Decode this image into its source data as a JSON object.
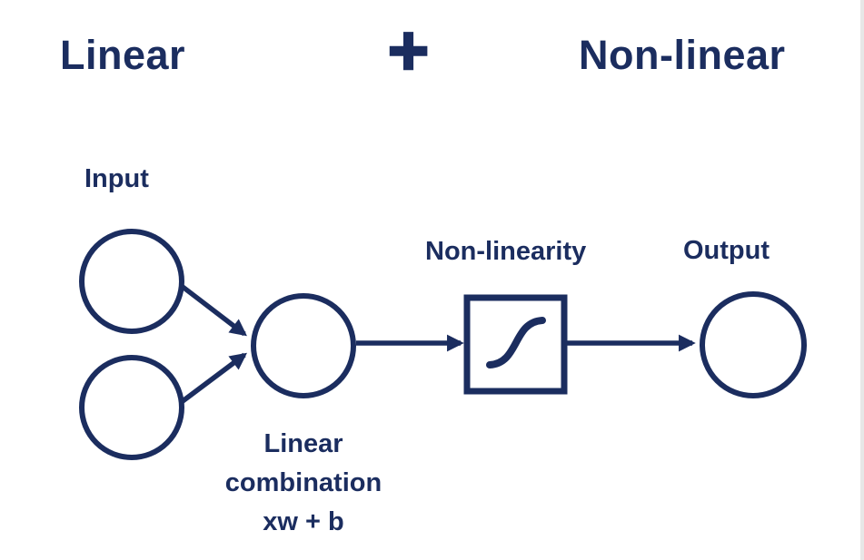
{
  "colors": {
    "ink": "#1b2d5f",
    "background": "#ffffff",
    "edge_strip": "#e7e7e7"
  },
  "header": {
    "linear_label": "Linear",
    "plus_sign": "+",
    "nonlinear_label": "Non-linear"
  },
  "diagram": {
    "input_label": "Input",
    "nonlinearity_label": "Non-linearity",
    "output_label": "Output",
    "combination_label": {
      "line1": "Linear",
      "line2": "combination",
      "line3": "xw + b"
    },
    "icons": {
      "plus": "plus-icon",
      "sigmoid": "sigmoid-curve-icon"
    }
  }
}
